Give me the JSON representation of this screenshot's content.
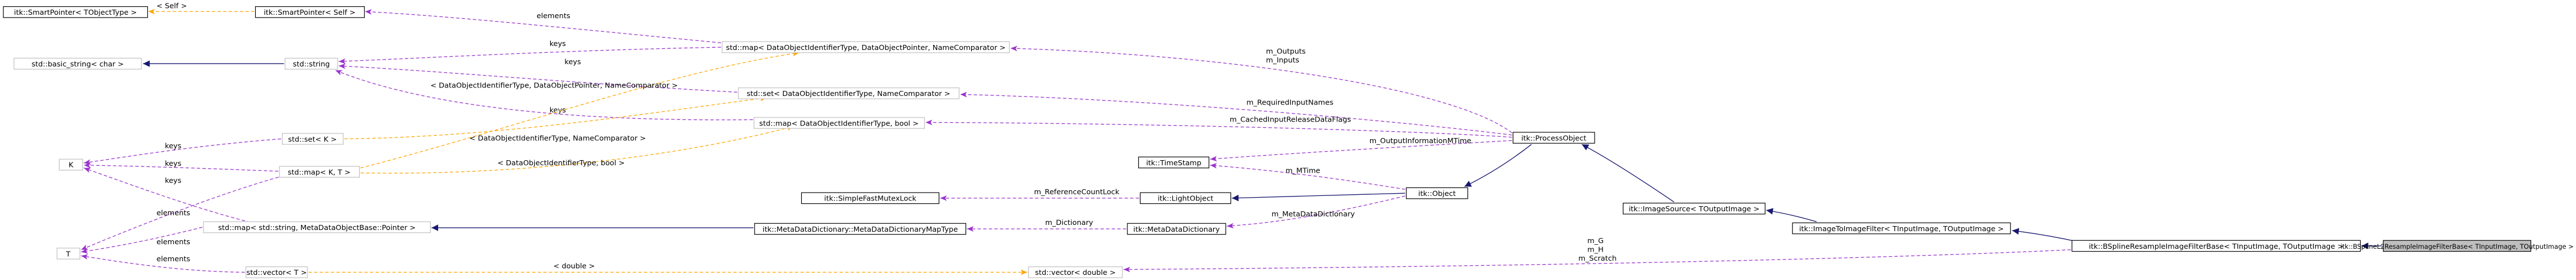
{
  "colors": {
    "inheritance": "#191970",
    "usage": "#9a32cd",
    "template": "#ffa500",
    "highlight_fill": "#bfbfbf",
    "solid_border": "#000000",
    "faded_border": "#bfbfbf"
  },
  "nodes": {
    "smartpointer_tobjecttype": "itk::SmartPointer< TObjectType >",
    "smartpointer_self": "itk::SmartPointer< Self >",
    "basic_string": "std::basic_string< char >",
    "std_string": "std::string",
    "map_dataobject_pointer": "std::map< DataObjectIdentifierType, DataObjectPointer, NameComparator >",
    "set_dataobject_identifier": "std::set< DataObjectIdentifierType, NameComparator >",
    "map_dataobject_bool": "std::map< DataObjectIdentifierType, bool >",
    "std_set_k": "std::set< K >",
    "k": "K",
    "std_map_kt": "std::map< K, T >",
    "map_string_metadata": "std::map< std::string, MetaDataObjectBase::Pointer >",
    "t": "T",
    "std_vector_t": "std::vector< T >",
    "simple_fast_mutex_lock": "itk::SimpleFastMutexLock",
    "metadata_dictionary_map_type": "itk::MetaDataDictionary::MetaDataDictionaryMapType",
    "metadata_dictionary": "itk::MetaDataDictionary",
    "light_object": "itk::LightObject",
    "time_stamp": "itk::TimeStamp",
    "object": "itk::Object",
    "process_object": "itk::ProcessObject",
    "image_source": "itk::ImageSource< TOutputImage >",
    "image_to_image_filter": "itk::ImageToImageFilter< TInputImage, TOutputImage >",
    "vector_double": "std::vector< double >",
    "bspline_resample_base": "itk::BSplineResampleImageFilterBase< TInputImage, TOutputImage >",
    "bspline_l2_resample_base": "itk::BSplineL2ResampleImageFilterBase< TInputImage, TOutputImage >"
  },
  "edges": {
    "self": "< Self >",
    "elements": "elements",
    "keys": "keys",
    "m_outputs": "m_Outputs",
    "m_inputs": "m_Inputs",
    "dataobject_pointer_args": "< DataObjectIdentifierType, DataObjectPointer, NameComparator >",
    "m_required_input_names": "m_RequiredInputNames",
    "m_cached_input_release_data_flags": "m_CachedInputReleaseDataFlags",
    "dataobject_namecomparator_args": "< DataObjectIdentifierType, NameComparator >",
    "dataobject_bool_args": "< DataObjectIdentifierType, bool >",
    "m_output_information_mtime": "m_OutputInformationMTime",
    "m_mtime": "m_MTime",
    "m_reference_count_lock": "m_ReferenceCountLock",
    "m_metadata_dictionary": "m_MetaDataDictionary",
    "m_dictionary": "m_Dictionary",
    "double_arg": "< double >",
    "m_g": "m_G",
    "m_h": "m_H",
    "m_scratch": "m_Scratch"
  }
}
